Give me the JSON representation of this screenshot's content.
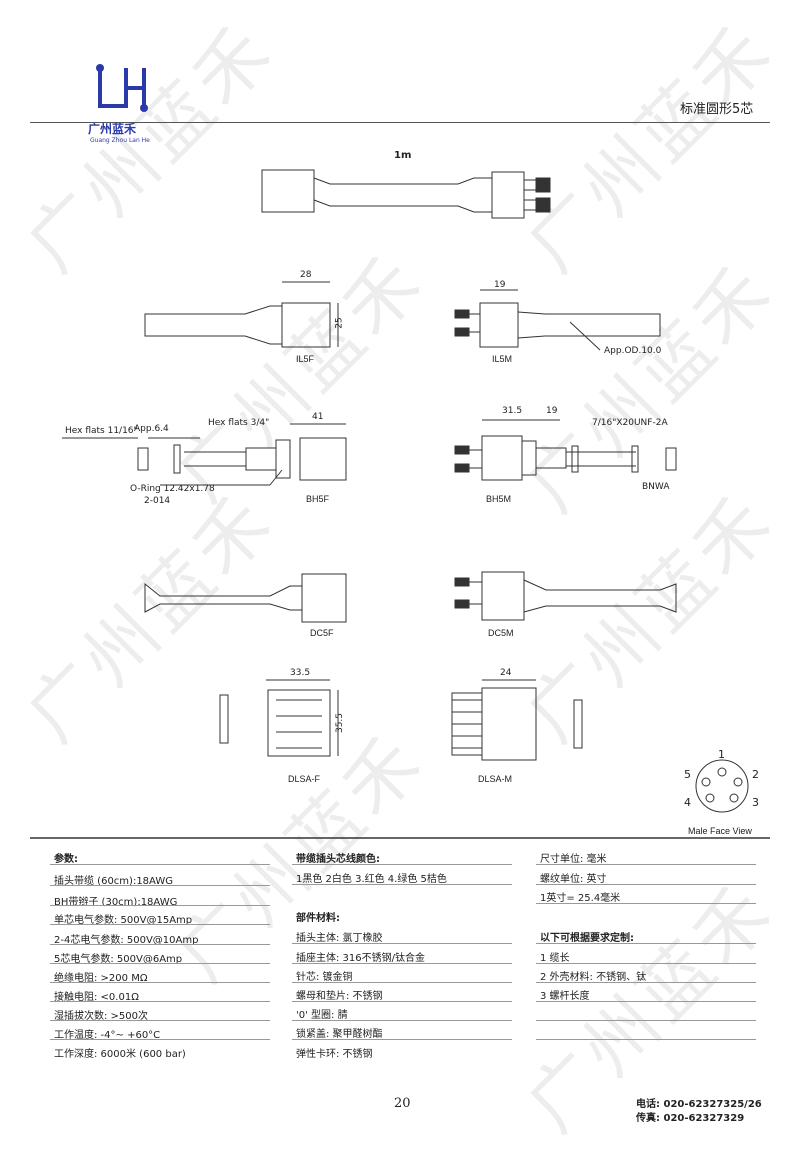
{
  "header": {
    "logo_letters": "LH",
    "logo_cn": "广州蓝禾",
    "logo_en": "Guang Zhou Lan He",
    "doc_title": "标准圆形5芯",
    "watermark": "广州蓝禾"
  },
  "drawing": {
    "length_label": "1m",
    "dims": {
      "il5f_width": "28",
      "il5f_height": "25",
      "il5m_width": "19",
      "il5m_app": "App.OD.10.0",
      "bh5f_hex_flats": "Hex flats 11/16\"",
      "bh5f_app": "App.6.4",
      "bh5f_hex_flats2": "Hex flats 3/4\"",
      "bh5f_width": "41",
      "bh5f_oring": "O-Ring 12.42x1.78",
      "bh5f_oring_code": "2-014",
      "bh5m_w1": "31.5",
      "bh5m_w2": "19",
      "bh5m_thread": "7/16\"X20UNF-2A",
      "bh5m_bnwa": "BNWA",
      "dlsaf_w": "33.5",
      "dlsaf_h": "35.5",
      "dlsam_w": "24"
    },
    "labels": {
      "il5f": "IL5F",
      "il5m": "IL5M",
      "bh5f": "BH5F",
      "bh5m": "BH5M",
      "dc5f": "DC5F",
      "dc5m": "DC5M",
      "dlsaf": "DLSA-F",
      "dlsam": "DLSA-M"
    },
    "face": {
      "pins": [
        "1",
        "2",
        "3",
        "4",
        "5"
      ],
      "caption": "Male Face View"
    }
  },
  "table": {
    "col1": {
      "title": "参数:",
      "rows": [
        "插头带缆 (60cm):18AWG",
        "BH带辫子 (30cm):18AWG",
        "单芯电气参数: 500V@15Amp",
        "2-4芯电气参数: 500V@10Amp",
        "5芯电气参数: 500V@6Amp",
        "绝缘电阻: >200 MΩ",
        "接触电阻: <0.01Ω",
        "湿插拔次数: >500次",
        "工作温度: -4°~ +60°C",
        "工作深度: 6000米 (600 bar)"
      ]
    },
    "col2": {
      "title": "带缆插头芯线颜色:",
      "colors": "1黑色 2白色 3.红色 4.绿色 5桔色",
      "parts_title": "部件材料:",
      "rows": [
        "插头主体: 氯丁橡胶",
        "插座主体: 316不锈钢/钛合金",
        "针芯: 镀金铜",
        "螺母和垫片: 不锈钢",
        "'0' 型圈: 腈",
        "锁紧盖: 聚甲醛树酯",
        "弹性卡环: 不锈钢"
      ]
    },
    "col3": {
      "rows": [
        "尺寸单位: 毫米",
        "螺纹单位: 英寸",
        "1英寸= 25.4毫米"
      ],
      "custom_title": "以下可根据要求定制:",
      "custom_rows": [
        "1 缆长",
        "2 外壳材料: 不锈钢、钛",
        "3 螺杆长度"
      ]
    }
  },
  "footer": {
    "page": "20",
    "phone": "电话: 020-62327325/26",
    "fax": "传真: 020-62327329"
  }
}
